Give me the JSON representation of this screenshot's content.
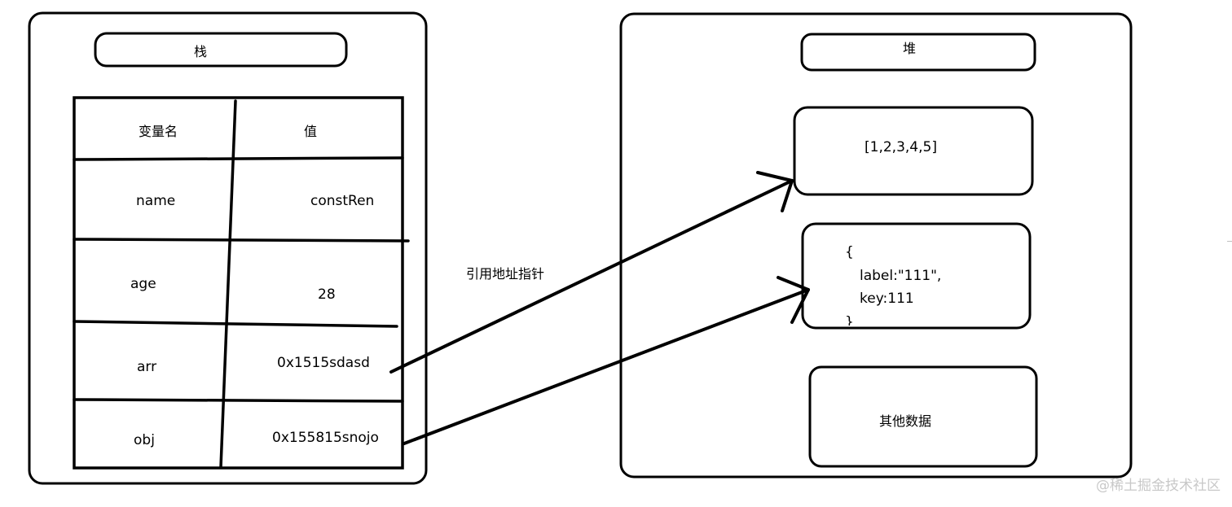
{
  "stack": {
    "title": "栈",
    "header": {
      "name_col": "变量名",
      "value_col": "值"
    },
    "rows": [
      {
        "name": "name",
        "value": "constRen"
      },
      {
        "name": "age",
        "value": "28"
      },
      {
        "name": "arr",
        "value": "0x1515sdasd"
      },
      {
        "name": "obj",
        "value": "0x155815snojo"
      }
    ]
  },
  "pointer_label": "引用地址指针",
  "heap": {
    "title": "堆",
    "boxes": {
      "array": "[1,2,3,4,5]",
      "object_lines": [
        "{",
        "label:\"111\",",
        "key:111",
        "}"
      ],
      "other": "其他数据"
    }
  },
  "watermark": "@稀土掘金技术社区",
  "colors": {
    "stroke": "#000000",
    "background": "#ffffff",
    "watermark": "#c8c8c8"
  }
}
